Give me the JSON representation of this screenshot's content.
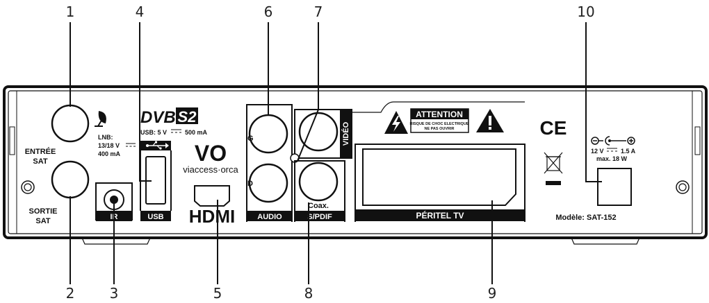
{
  "callouts": [
    "1",
    "2",
    "3",
    "4",
    "5",
    "6",
    "7",
    "8",
    "9",
    "10"
  ],
  "labels": {
    "entree_line1": "ENTRÉE",
    "entree_line2": "SAT",
    "sortie_line1": "SORTIE",
    "sortie_line2": "SAT",
    "lnb_line1": "LNB:",
    "lnb_line2": "13/18 V",
    "lnb_line3": "400 mA",
    "ir": "IR",
    "usb": "USB",
    "usb_spec": "USB: 5 V",
    "usb_current": "500 mA",
    "brand_dvb": "DVB",
    "brand_s2": "S2",
    "brand_vo": "VO",
    "brand_viaccess": "viaccess·orca",
    "hdmi": "HDMI",
    "audio": "AUDIO",
    "audio_g": "G",
    "audio_d": "D",
    "video": "VIDÉO",
    "coax": "Coax.",
    "spdif": "S/PDIF",
    "attention": "ATTENTION",
    "attention_sub1": "RISQUE DE CHOC ELECTRIQUE",
    "attention_sub2": "NE PAS OUVRIR",
    "peritel": "PÉRITEL TV",
    "ce": "CE",
    "power_voltage": "12 V",
    "power_current": "1.5 A",
    "power_max": "max. 18 W",
    "model": "Modèle: SAT-152"
  }
}
